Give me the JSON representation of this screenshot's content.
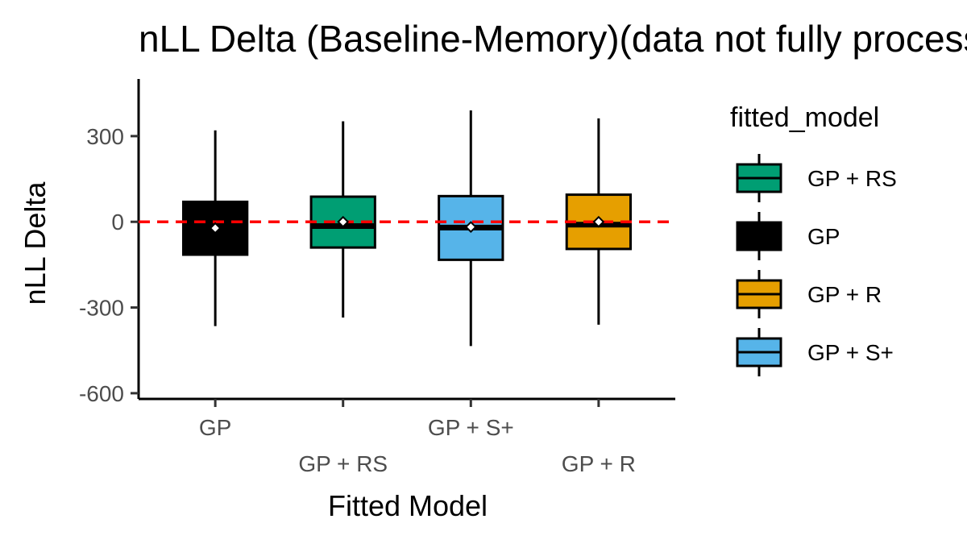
{
  "chart_data": {
    "type": "box",
    "title": "nLL Delta (Baseline-Memory)(data not fully processed)",
    "xlabel": "Fitted Model",
    "ylabel": "nLL Delta",
    "ylim": [
      -620,
      500
    ],
    "yticks": [
      -600,
      -300,
      0,
      300
    ],
    "reference_line": {
      "y": 0,
      "color": "#ff0000",
      "style": "dashed"
    },
    "categories": [
      "GP",
      "GP + RS",
      "GP + S+",
      "GP + R"
    ],
    "boxes": [
      {
        "category": "GP",
        "fitted_model": "GP",
        "whisker_low": -365,
        "q1": -115,
        "median": -20,
        "q3": 70,
        "whisker_high": 320,
        "mean": -22,
        "color": "#000000"
      },
      {
        "category": "GP + RS",
        "fitted_model": "GP + RS",
        "whisker_low": -335,
        "q1": -90,
        "median": -15,
        "q3": 88,
        "whisker_high": 352,
        "mean": 0,
        "color": "#009e73"
      },
      {
        "category": "GP + S+",
        "fitted_model": "GP + S+",
        "whisker_low": -435,
        "q1": -133,
        "median": -20,
        "q3": 90,
        "whisker_high": 390,
        "mean": -18,
        "color": "#56b4e9"
      },
      {
        "category": "GP + R",
        "fitted_model": "GP + R",
        "whisker_low": -360,
        "q1": -95,
        "median": -10,
        "q3": 95,
        "whisker_high": 362,
        "mean": 0,
        "color": "#e69f00"
      }
    ],
    "legend": {
      "title": "fitted_model",
      "placement": "right",
      "entries": [
        {
          "label": "GP + RS",
          "color": "#009e73"
        },
        {
          "label": "GP",
          "color": "#000000"
        },
        {
          "label": "GP + R",
          "color": "#e69f00"
        },
        {
          "label": "GP + S+",
          "color": "#56b4e9"
        }
      ]
    }
  }
}
